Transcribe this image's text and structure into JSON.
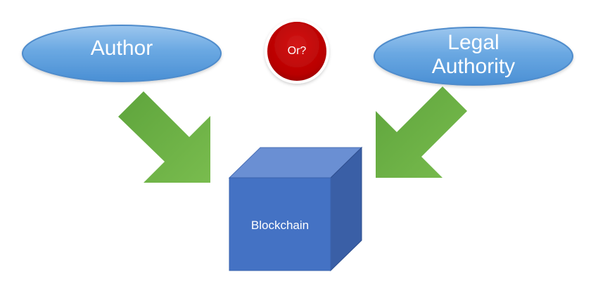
{
  "nodes": {
    "author": {
      "label": "Author",
      "color": "#5b9bd5"
    },
    "legal_authority": {
      "label_line1": "Legal",
      "label_line2": "Authority",
      "color": "#5b9bd5"
    },
    "or": {
      "label": "Or?",
      "color": "#c00000"
    },
    "blockchain": {
      "label": "Blockchain",
      "color": "#4472c4"
    }
  },
  "arrows": {
    "color": "#70ad47",
    "items": [
      {
        "from": "author",
        "to": "blockchain"
      },
      {
        "from": "legal_authority",
        "to": "blockchain"
      }
    ]
  }
}
